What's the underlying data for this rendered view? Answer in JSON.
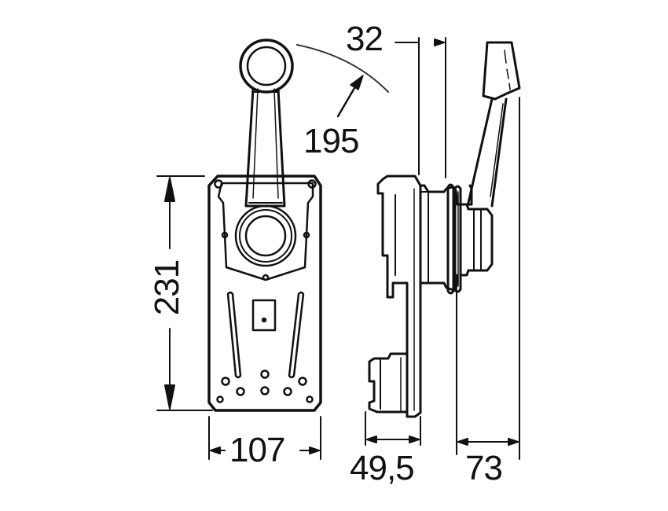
{
  "drawing": {
    "subject": "single-lever side-mount engine control",
    "views": [
      "front-view",
      "side-view"
    ],
    "colors": {
      "line": "#111111",
      "background": "#ffffff",
      "thin_line": "#333333"
    }
  },
  "dimensions": {
    "lever_swing": "195",
    "height": "231",
    "width": "107",
    "base_depth": "49,5",
    "hub_offset": "32",
    "total_depth": "73"
  }
}
